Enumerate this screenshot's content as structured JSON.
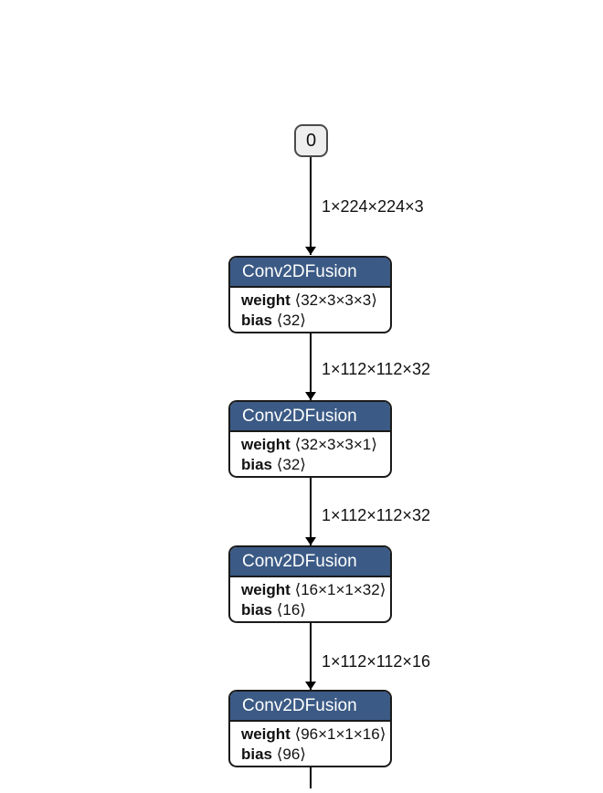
{
  "graph": {
    "input": {
      "label": "0"
    },
    "edges": [
      {
        "label": "1×224×224×3"
      },
      {
        "label": "1×112×112×32"
      },
      {
        "label": "1×112×112×32"
      },
      {
        "label": "1×112×112×16"
      }
    ],
    "nodes": [
      {
        "title": "Conv2DFusion",
        "attrs": [
          {
            "name": "weight",
            "value": "⟨32×3×3×3⟩"
          },
          {
            "name": "bias",
            "value": "⟨32⟩"
          }
        ]
      },
      {
        "title": "Conv2DFusion",
        "attrs": [
          {
            "name": "weight",
            "value": "⟨32×3×3×1⟩"
          },
          {
            "name": "bias",
            "value": "⟨32⟩"
          }
        ]
      },
      {
        "title": "Conv2DFusion",
        "attrs": [
          {
            "name": "weight",
            "value": "⟨16×1×1×32⟩"
          },
          {
            "name": "bias",
            "value": "⟨16⟩"
          }
        ]
      },
      {
        "title": "Conv2DFusion",
        "attrs": [
          {
            "name": "weight",
            "value": "⟨96×1×1×16⟩"
          },
          {
            "name": "bias",
            "value": "⟨96⟩"
          }
        ]
      }
    ],
    "colors": {
      "header_bg": "#3b5a85",
      "header_text": "#ffffff",
      "node_border": "#1a1a1a",
      "input_fill": "#eeeeee",
      "edge": "#000000",
      "canvas_bg": "#ffffff"
    }
  }
}
